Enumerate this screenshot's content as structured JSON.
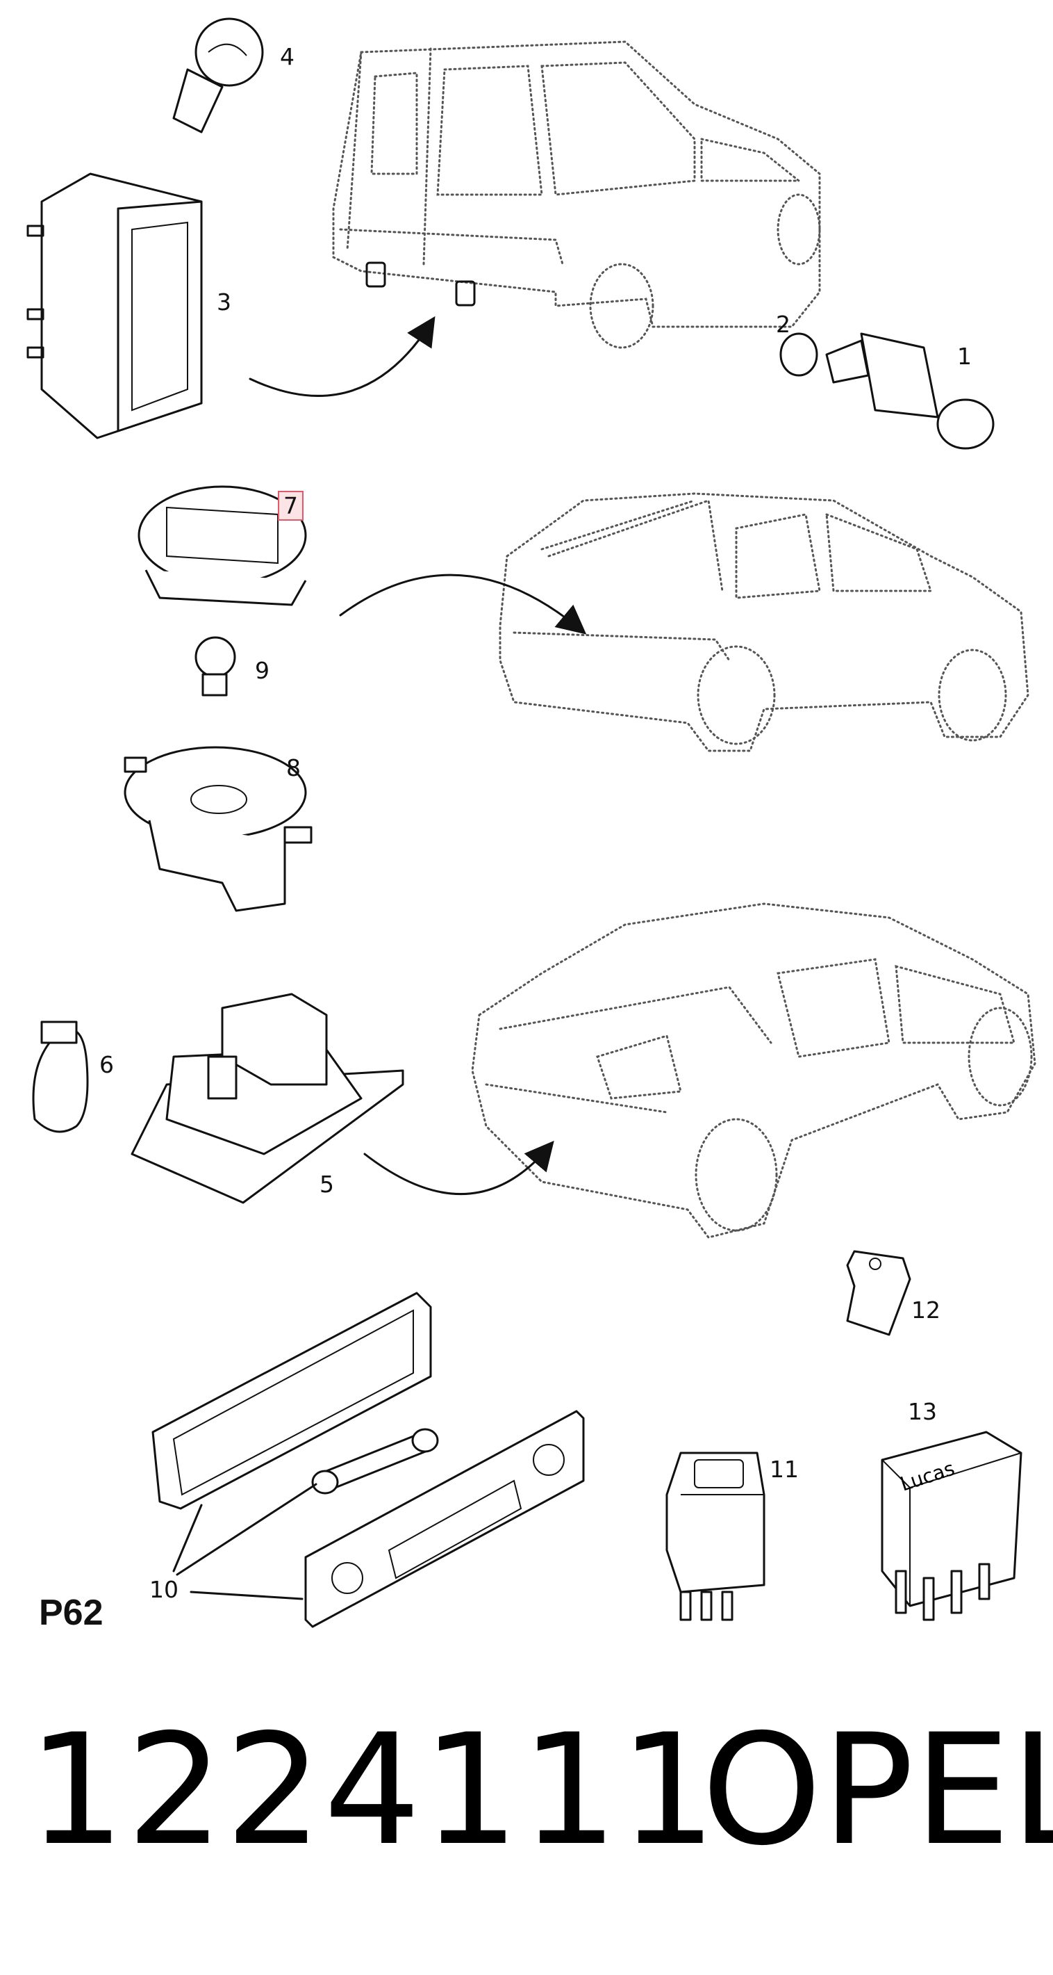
{
  "diagram": {
    "sheet_code": "P62",
    "part_number": "1224111",
    "brand": "OPEL",
    "callouts": [
      {
        "id": "1",
        "label": "1"
      },
      {
        "id": "2",
        "label": "2"
      },
      {
        "id": "3",
        "label": "3"
      },
      {
        "id": "4",
        "label": "4"
      },
      {
        "id": "5",
        "label": "5"
      },
      {
        "id": "6",
        "label": "6"
      },
      {
        "id": "7",
        "label": "7",
        "highlighted": true
      },
      {
        "id": "8",
        "label": "8"
      },
      {
        "id": "9",
        "label": "9"
      },
      {
        "id": "10",
        "label": "10"
      },
      {
        "id": "11",
        "label": "11"
      },
      {
        "id": "12",
        "label": "12"
      },
      {
        "id": "13",
        "label": "13"
      }
    ],
    "relay_brand_label": "Lucas",
    "highlight_color": "#e05a6a"
  }
}
